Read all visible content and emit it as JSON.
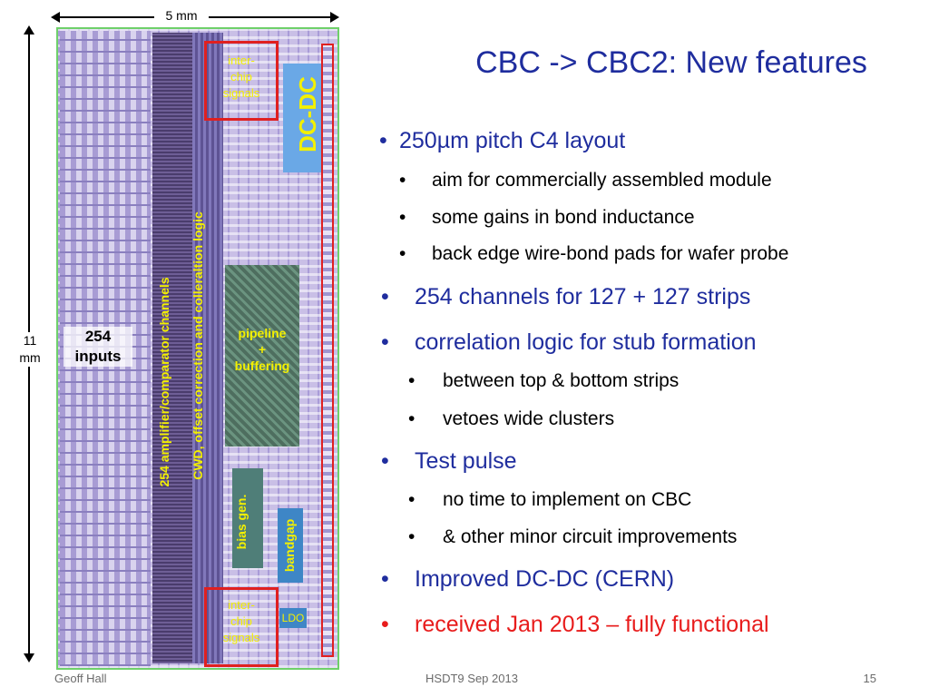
{
  "slide": {
    "title": "CBC -> CBC2: New features",
    "bullet_char": "•",
    "bullets": [
      {
        "text": "250µm pitch C4 layout",
        "level": 1
      },
      {
        "text": "aim for commercially assembled module",
        "level": 2
      },
      {
        "text": "some gains in bond inductance",
        "level": 2
      },
      {
        "text": "back edge wire-bond pads for wafer probe",
        "level": 2
      },
      {
        "text": "254 channels for 127 + 127 strips",
        "level": 1
      },
      {
        "text": "correlation logic for stub formation",
        "level": 1
      },
      {
        "text": "between top & bottom strips",
        "level": 2
      },
      {
        "text": "vetoes wide clusters",
        "level": 2
      },
      {
        "text": "Test pulse",
        "level": 1
      },
      {
        "text": "no time to implement on CBC",
        "level": 2
      },
      {
        "text": "& other minor circuit improvements",
        "level": 2
      },
      {
        "text": "Improved DC-DC (CERN)",
        "level": 1
      },
      {
        "text": "received Jan 2013 – fully functional",
        "level": 1,
        "color": "#e81c1c"
      }
    ]
  },
  "figure": {
    "width_label": "5 mm",
    "height_label_1": "11",
    "height_label_2": "mm",
    "inputs_1": "254",
    "inputs_2": "inputs",
    "amp_label": "254 amplifier/comparator channels",
    "cwd_label": "CWD, offset correction and colleraltion logic",
    "pipeline_1": "pipeline",
    "pipeline_2": "+",
    "pipeline_3": "buffering",
    "dcdc": "DC-DC",
    "interchip_1": "inter-",
    "interchip_2": "chip",
    "interchip_3": "signals",
    "bias": "bias gen.",
    "bandgap": "bandgap",
    "ldo": "LDO"
  },
  "footer": {
    "author": "Geoff Hall",
    "event": "HSDT9 Sep 2013",
    "page": "15"
  },
  "colors": {
    "title": "#1f2d9e",
    "level1": "#1f2d9e",
    "level2": "#000000",
    "highlight": "#e81c1c",
    "chip_label": "#f3f000",
    "box_outline": "#e02020"
  }
}
